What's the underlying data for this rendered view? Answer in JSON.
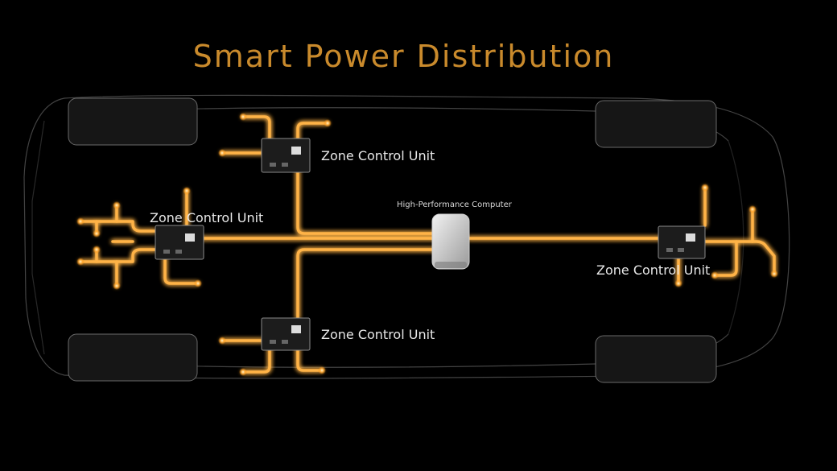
{
  "title": "Smart Power Distribution",
  "labels": {
    "hpc": "High-Performance Computer",
    "zcu_top": "Zone Control Unit",
    "zcu_left": "Zone Control Unit",
    "zcu_bottom": "Zone Control Unit",
    "zcu_right": "Zone Control Unit"
  },
  "colors": {
    "background": "#000000",
    "title": "#c98a2c",
    "wire": "#ffb347",
    "wire_glow": "#ff8c00",
    "label": "#e8e8e8"
  }
}
